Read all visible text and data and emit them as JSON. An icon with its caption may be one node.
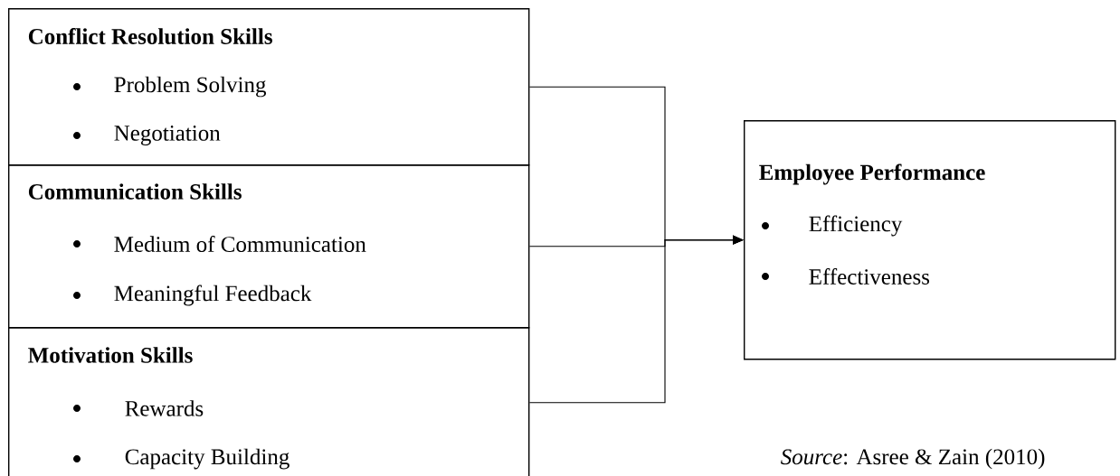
{
  "diagram": {
    "caption": "*Source*: Asree & Zain (2010)",
    "nodes": [
      {
        "text": [
          "Conflict Resolution Skills",
          "Problem Solving",
          "Negotiation"
        ]
      },
      {
        "text": [
          "Communication Skills",
          "Medium of Communication",
          "Meaningful Feedback"
        ]
      },
      {
        "text": [
          "Motivation Skills",
          "Rewards",
          "Capacity Building"
        ]
      },
      {
        "text": [
          "Employee Performance",
          "Efficiency",
          "Effectiveness"
        ]
      }
    ],
    "edges": [
      {
        "from": 0,
        "to": 3,
        "arrow": "to"
      },
      {
        "from": 1,
        "to": 3,
        "arrow": "to"
      },
      {
        "from": 2,
        "to": 3,
        "arrow": "to"
      }
    ]
  }
}
